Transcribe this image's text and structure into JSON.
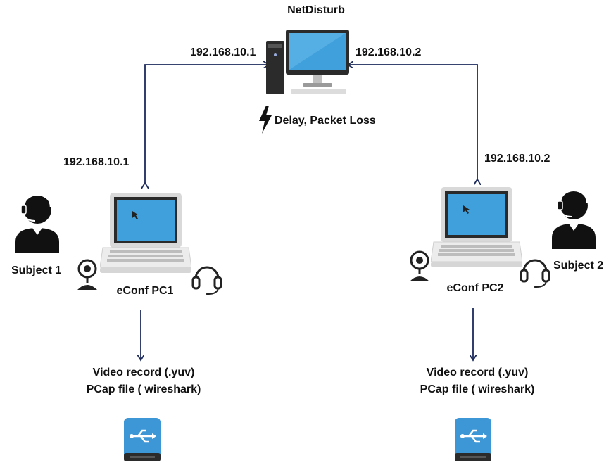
{
  "server": {
    "name": "NetDisturb",
    "impairment": "Delay, Packet Loss",
    "icon": "desktop-computer-icon",
    "impairment_icon": "lightning-icon"
  },
  "links": {
    "left_top_ip": "192.168.10.1",
    "right_top_ip": "192.168.10.2",
    "left_pc_ip": "192.168.10.1",
    "right_pc_ip": "192.168.10.2"
  },
  "left": {
    "subject": "Subject 1",
    "pc": "eConf PC1",
    "output_line1": "Video record (.yuv)",
    "output_line2": "PCap file ( wireshark)"
  },
  "right": {
    "subject": "Subject 2",
    "pc": "eConf PC2",
    "output_line1": "Video record (.yuv)",
    "output_line2": "PCap file ( wireshark)"
  },
  "colors": {
    "arrow": "#1c2a5c",
    "screen": "#3fa0dc",
    "drive": "#3d96d6",
    "person": "#111111"
  }
}
